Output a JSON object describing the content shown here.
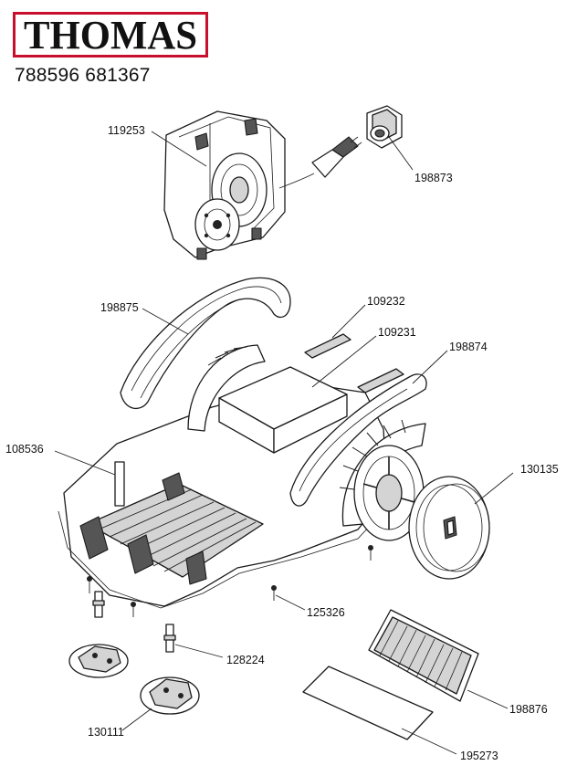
{
  "brand": {
    "logo_text": "THOMAS"
  },
  "header": {
    "codes": "788596 681367"
  },
  "parts": [
    {
      "id": "p119253",
      "number": "119253"
    },
    {
      "id": "p198873",
      "number": "198873"
    },
    {
      "id": "p198875",
      "number": "198875"
    },
    {
      "id": "p109232",
      "number": "109232"
    },
    {
      "id": "p109231",
      "number": "109231"
    },
    {
      "id": "p198874",
      "number": "198874"
    },
    {
      "id": "p108536",
      "number": "108536"
    },
    {
      "id": "p130135",
      "number": "130135"
    },
    {
      "id": "p125326",
      "number": "125326"
    },
    {
      "id": "p128224",
      "number": "128224"
    },
    {
      "id": "p198876",
      "number": "198876"
    },
    {
      "id": "p130111",
      "number": "130111"
    },
    {
      "id": "p195273",
      "number": "195273"
    }
  ],
  "colors": {
    "logo_border": "#c8102e",
    "ink": "#111111"
  }
}
